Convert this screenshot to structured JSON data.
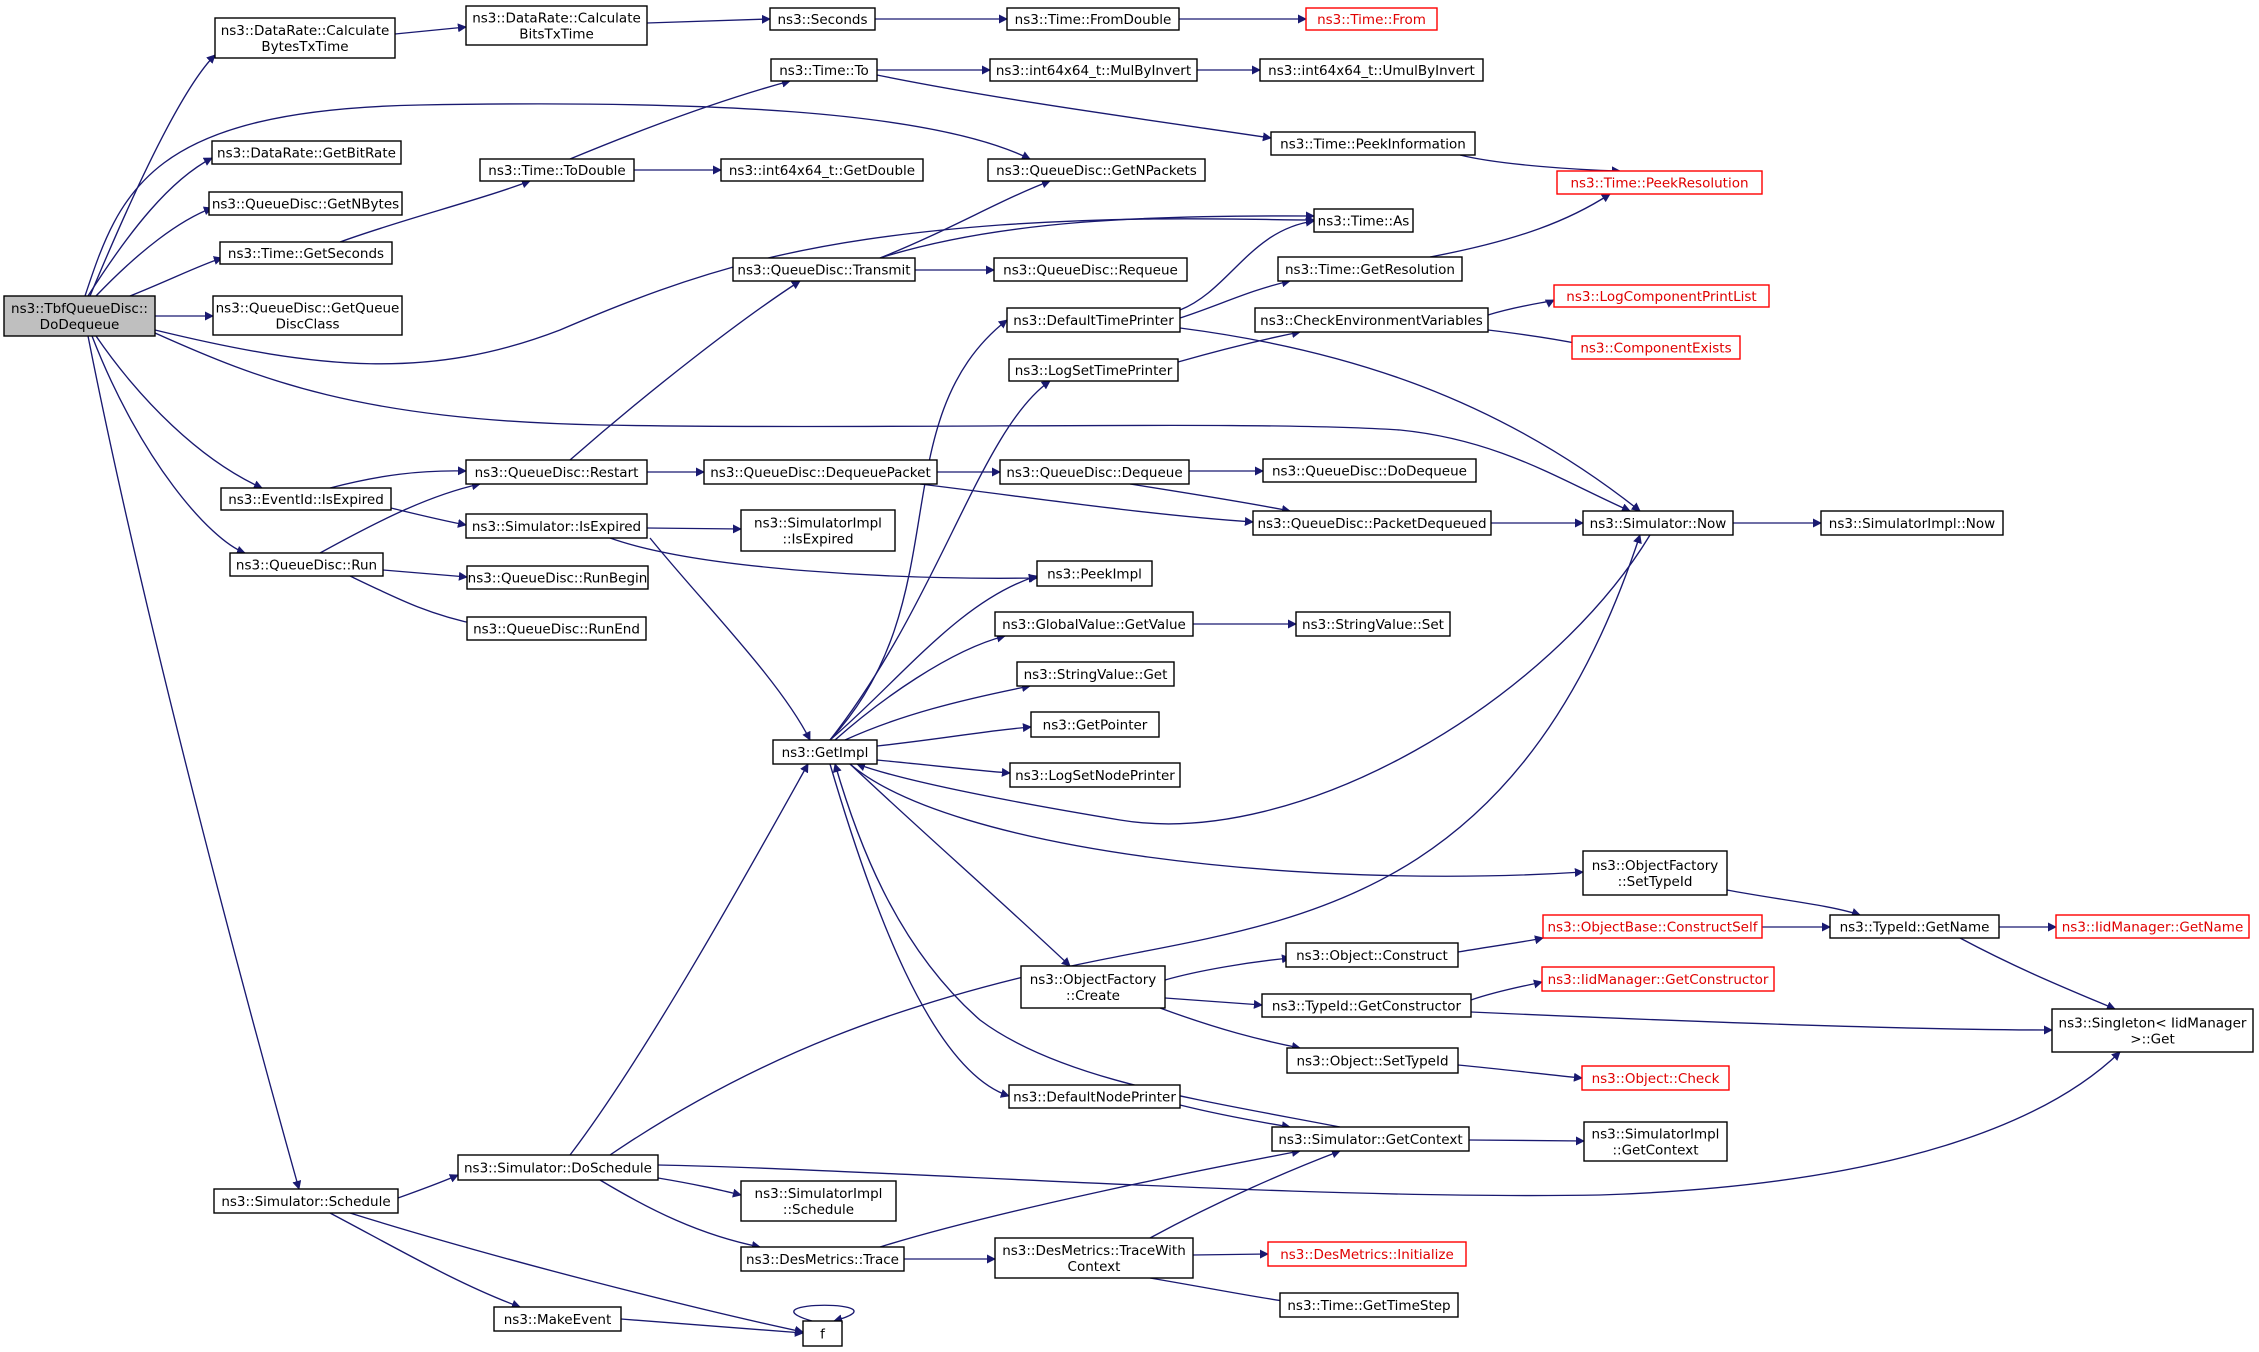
{
  "title": "ns3::TbfQueueDisc::DoDequeue call graph",
  "colors": {
    "edge": "#191970",
    "root_fill": "#bfbfbf",
    "truncated_border": "#ff0000"
  },
  "nodes": [
    {
      "id": "root",
      "lines": [
        "ns3::TbfQueueDisc::",
        "DoDequeue"
      ]
    },
    {
      "id": "calcBytes",
      "lines": [
        "ns3::DataRate::Calculate",
        "BytesTxTime"
      ]
    },
    {
      "id": "calcBits",
      "lines": [
        "ns3::DataRate::Calculate",
        "BitsTxTime"
      ]
    },
    {
      "id": "seconds",
      "lines": [
        "ns3::Seconds"
      ]
    },
    {
      "id": "fromDouble",
      "lines": [
        "ns3::Time::FromDouble"
      ]
    },
    {
      "id": "timeFrom",
      "lines": [
        "ns3::Time::From"
      ],
      "truncated": true
    },
    {
      "id": "timeTo",
      "lines": [
        "ns3::Time::To"
      ]
    },
    {
      "id": "mulByInvert",
      "lines": [
        "ns3::int64x64_t::MulByInvert"
      ]
    },
    {
      "id": "umulByInvert",
      "lines": [
        "ns3::int64x64_t::UmulByInvert"
      ]
    },
    {
      "id": "peekInfo",
      "lines": [
        "ns3::Time::PeekInformation"
      ]
    },
    {
      "id": "peekRes",
      "lines": [
        "ns3::Time::PeekResolution"
      ],
      "truncated": true
    },
    {
      "id": "getBitRate",
      "lines": [
        "ns3::DataRate::GetBitRate"
      ]
    },
    {
      "id": "toDouble",
      "lines": [
        "ns3::Time::ToDouble"
      ]
    },
    {
      "id": "getDouble",
      "lines": [
        "ns3::int64x64_t::GetDouble"
      ]
    },
    {
      "id": "getNPackets",
      "lines": [
        "ns3::QueueDisc::GetNPackets"
      ]
    },
    {
      "id": "getNBytes",
      "lines": [
        "ns3::QueueDisc::GetNBytes"
      ]
    },
    {
      "id": "getSeconds",
      "lines": [
        "ns3::Time::GetSeconds"
      ]
    },
    {
      "id": "timeAs",
      "lines": [
        "ns3::Time::As"
      ]
    },
    {
      "id": "transmit",
      "lines": [
        "ns3::QueueDisc::Transmit"
      ]
    },
    {
      "id": "requeue",
      "lines": [
        "ns3::QueueDisc::Requeue"
      ]
    },
    {
      "id": "getResolution",
      "lines": [
        "ns3::Time::GetResolution"
      ]
    },
    {
      "id": "getQueueDiscClass",
      "lines": [
        "ns3::QueueDisc::GetQueue",
        "DiscClass"
      ]
    },
    {
      "id": "defaultTimePrinter",
      "lines": [
        "ns3::DefaultTimePrinter"
      ]
    },
    {
      "id": "checkEnv",
      "lines": [
        "ns3::CheckEnvironmentVariables"
      ]
    },
    {
      "id": "logCompPrint",
      "lines": [
        "ns3::LogComponentPrintList"
      ],
      "truncated": true
    },
    {
      "id": "compExists",
      "lines": [
        "ns3::ComponentExists"
      ],
      "truncated": true
    },
    {
      "id": "logSetTimePrinter",
      "lines": [
        "ns3::LogSetTimePrinter"
      ]
    },
    {
      "id": "restart",
      "lines": [
        "ns3::QueueDisc::Restart"
      ]
    },
    {
      "id": "dequeuePacket",
      "lines": [
        "ns3::QueueDisc::DequeuePacket"
      ]
    },
    {
      "id": "qdDequeue",
      "lines": [
        "ns3::QueueDisc::Dequeue"
      ]
    },
    {
      "id": "qdDoDequeue",
      "lines": [
        "ns3::QueueDisc::DoDequeue"
      ]
    },
    {
      "id": "isExpiredEv",
      "lines": [
        "ns3::EventId::IsExpired"
      ]
    },
    {
      "id": "simIsExpired",
      "lines": [
        "ns3::Simulator::IsExpired"
      ]
    },
    {
      "id": "simImplIsExpired",
      "lines": [
        "ns3::SimulatorImpl",
        "::IsExpired"
      ]
    },
    {
      "id": "packetDequeued",
      "lines": [
        "ns3::QueueDisc::PacketDequeued"
      ]
    },
    {
      "id": "simNow",
      "lines": [
        "ns3::Simulator::Now"
      ]
    },
    {
      "id": "simImplNow",
      "lines": [
        "ns3::SimulatorImpl::Now"
      ]
    },
    {
      "id": "run",
      "lines": [
        "ns3::QueueDisc::Run"
      ]
    },
    {
      "id": "runBegin",
      "lines": [
        "ns3::QueueDisc::RunBegin"
      ]
    },
    {
      "id": "runEnd",
      "lines": [
        "ns3::QueueDisc::RunEnd"
      ]
    },
    {
      "id": "peekImpl",
      "lines": [
        "ns3::PeekImpl"
      ]
    },
    {
      "id": "gvGetValue",
      "lines": [
        "ns3::GlobalValue::GetValue"
      ]
    },
    {
      "id": "svSet",
      "lines": [
        "ns3::StringValue::Set"
      ]
    },
    {
      "id": "svGet",
      "lines": [
        "ns3::StringValue::Get"
      ]
    },
    {
      "id": "getPointer",
      "lines": [
        "ns3::GetPointer"
      ]
    },
    {
      "id": "getImpl",
      "lines": [
        "ns3::GetImpl"
      ]
    },
    {
      "id": "logSetNodePrinter",
      "lines": [
        "ns3::LogSetNodePrinter"
      ]
    },
    {
      "id": "ofSetTypeId",
      "lines": [
        "ns3::ObjectFactory",
        "::SetTypeId"
      ]
    },
    {
      "id": "constructSelf",
      "lines": [
        "ns3::ObjectBase::ConstructSelf"
      ],
      "truncated": true
    },
    {
      "id": "typeIdGetName",
      "lines": [
        "ns3::TypeId::GetName"
      ]
    },
    {
      "id": "iidGetName",
      "lines": [
        "ns3::IidManager::GetName"
      ],
      "truncated": true
    },
    {
      "id": "objConstruct",
      "lines": [
        "ns3::Object::Construct"
      ]
    },
    {
      "id": "ofCreate",
      "lines": [
        "ns3::ObjectFactory",
        "::Create"
      ]
    },
    {
      "id": "iidGetCtor",
      "lines": [
        "ns3::IidManager::GetConstructor"
      ],
      "truncated": true
    },
    {
      "id": "typeIdGetCtor",
      "lines": [
        "ns3::TypeId::GetConstructor"
      ]
    },
    {
      "id": "singletonGet",
      "lines": [
        "ns3::Singleton< IidManager",
        ">::Get"
      ]
    },
    {
      "id": "objSetTypeId",
      "lines": [
        "ns3::Object::SetTypeId"
      ]
    },
    {
      "id": "objCheck",
      "lines": [
        "ns3::Object::Check"
      ],
      "truncated": true
    },
    {
      "id": "defaultNodePrinter",
      "lines": [
        "ns3::DefaultNodePrinter"
      ]
    },
    {
      "id": "simGetContext",
      "lines": [
        "ns3::Simulator::GetContext"
      ]
    },
    {
      "id": "simImplGetContext",
      "lines": [
        "ns3::SimulatorImpl",
        "::GetContext"
      ]
    },
    {
      "id": "doSchedule",
      "lines": [
        "ns3::Simulator::DoSchedule"
      ]
    },
    {
      "id": "schedule",
      "lines": [
        "ns3::Simulator::Schedule"
      ]
    },
    {
      "id": "simImplSchedule",
      "lines": [
        "ns3::SimulatorImpl",
        "::Schedule"
      ]
    },
    {
      "id": "desTrace",
      "lines": [
        "ns3::DesMetrics::Trace"
      ]
    },
    {
      "id": "traceWithCtx",
      "lines": [
        "ns3::DesMetrics::TraceWith",
        "Context"
      ]
    },
    {
      "id": "desInit",
      "lines": [
        "ns3::DesMetrics::Initialize"
      ],
      "truncated": true
    },
    {
      "id": "getTimeStep",
      "lines": [
        "ns3::Time::GetTimeStep"
      ]
    },
    {
      "id": "makeEvent",
      "lines": [
        "ns3::MakeEvent"
      ]
    },
    {
      "id": "f",
      "lines": [
        "f"
      ]
    }
  ]
}
